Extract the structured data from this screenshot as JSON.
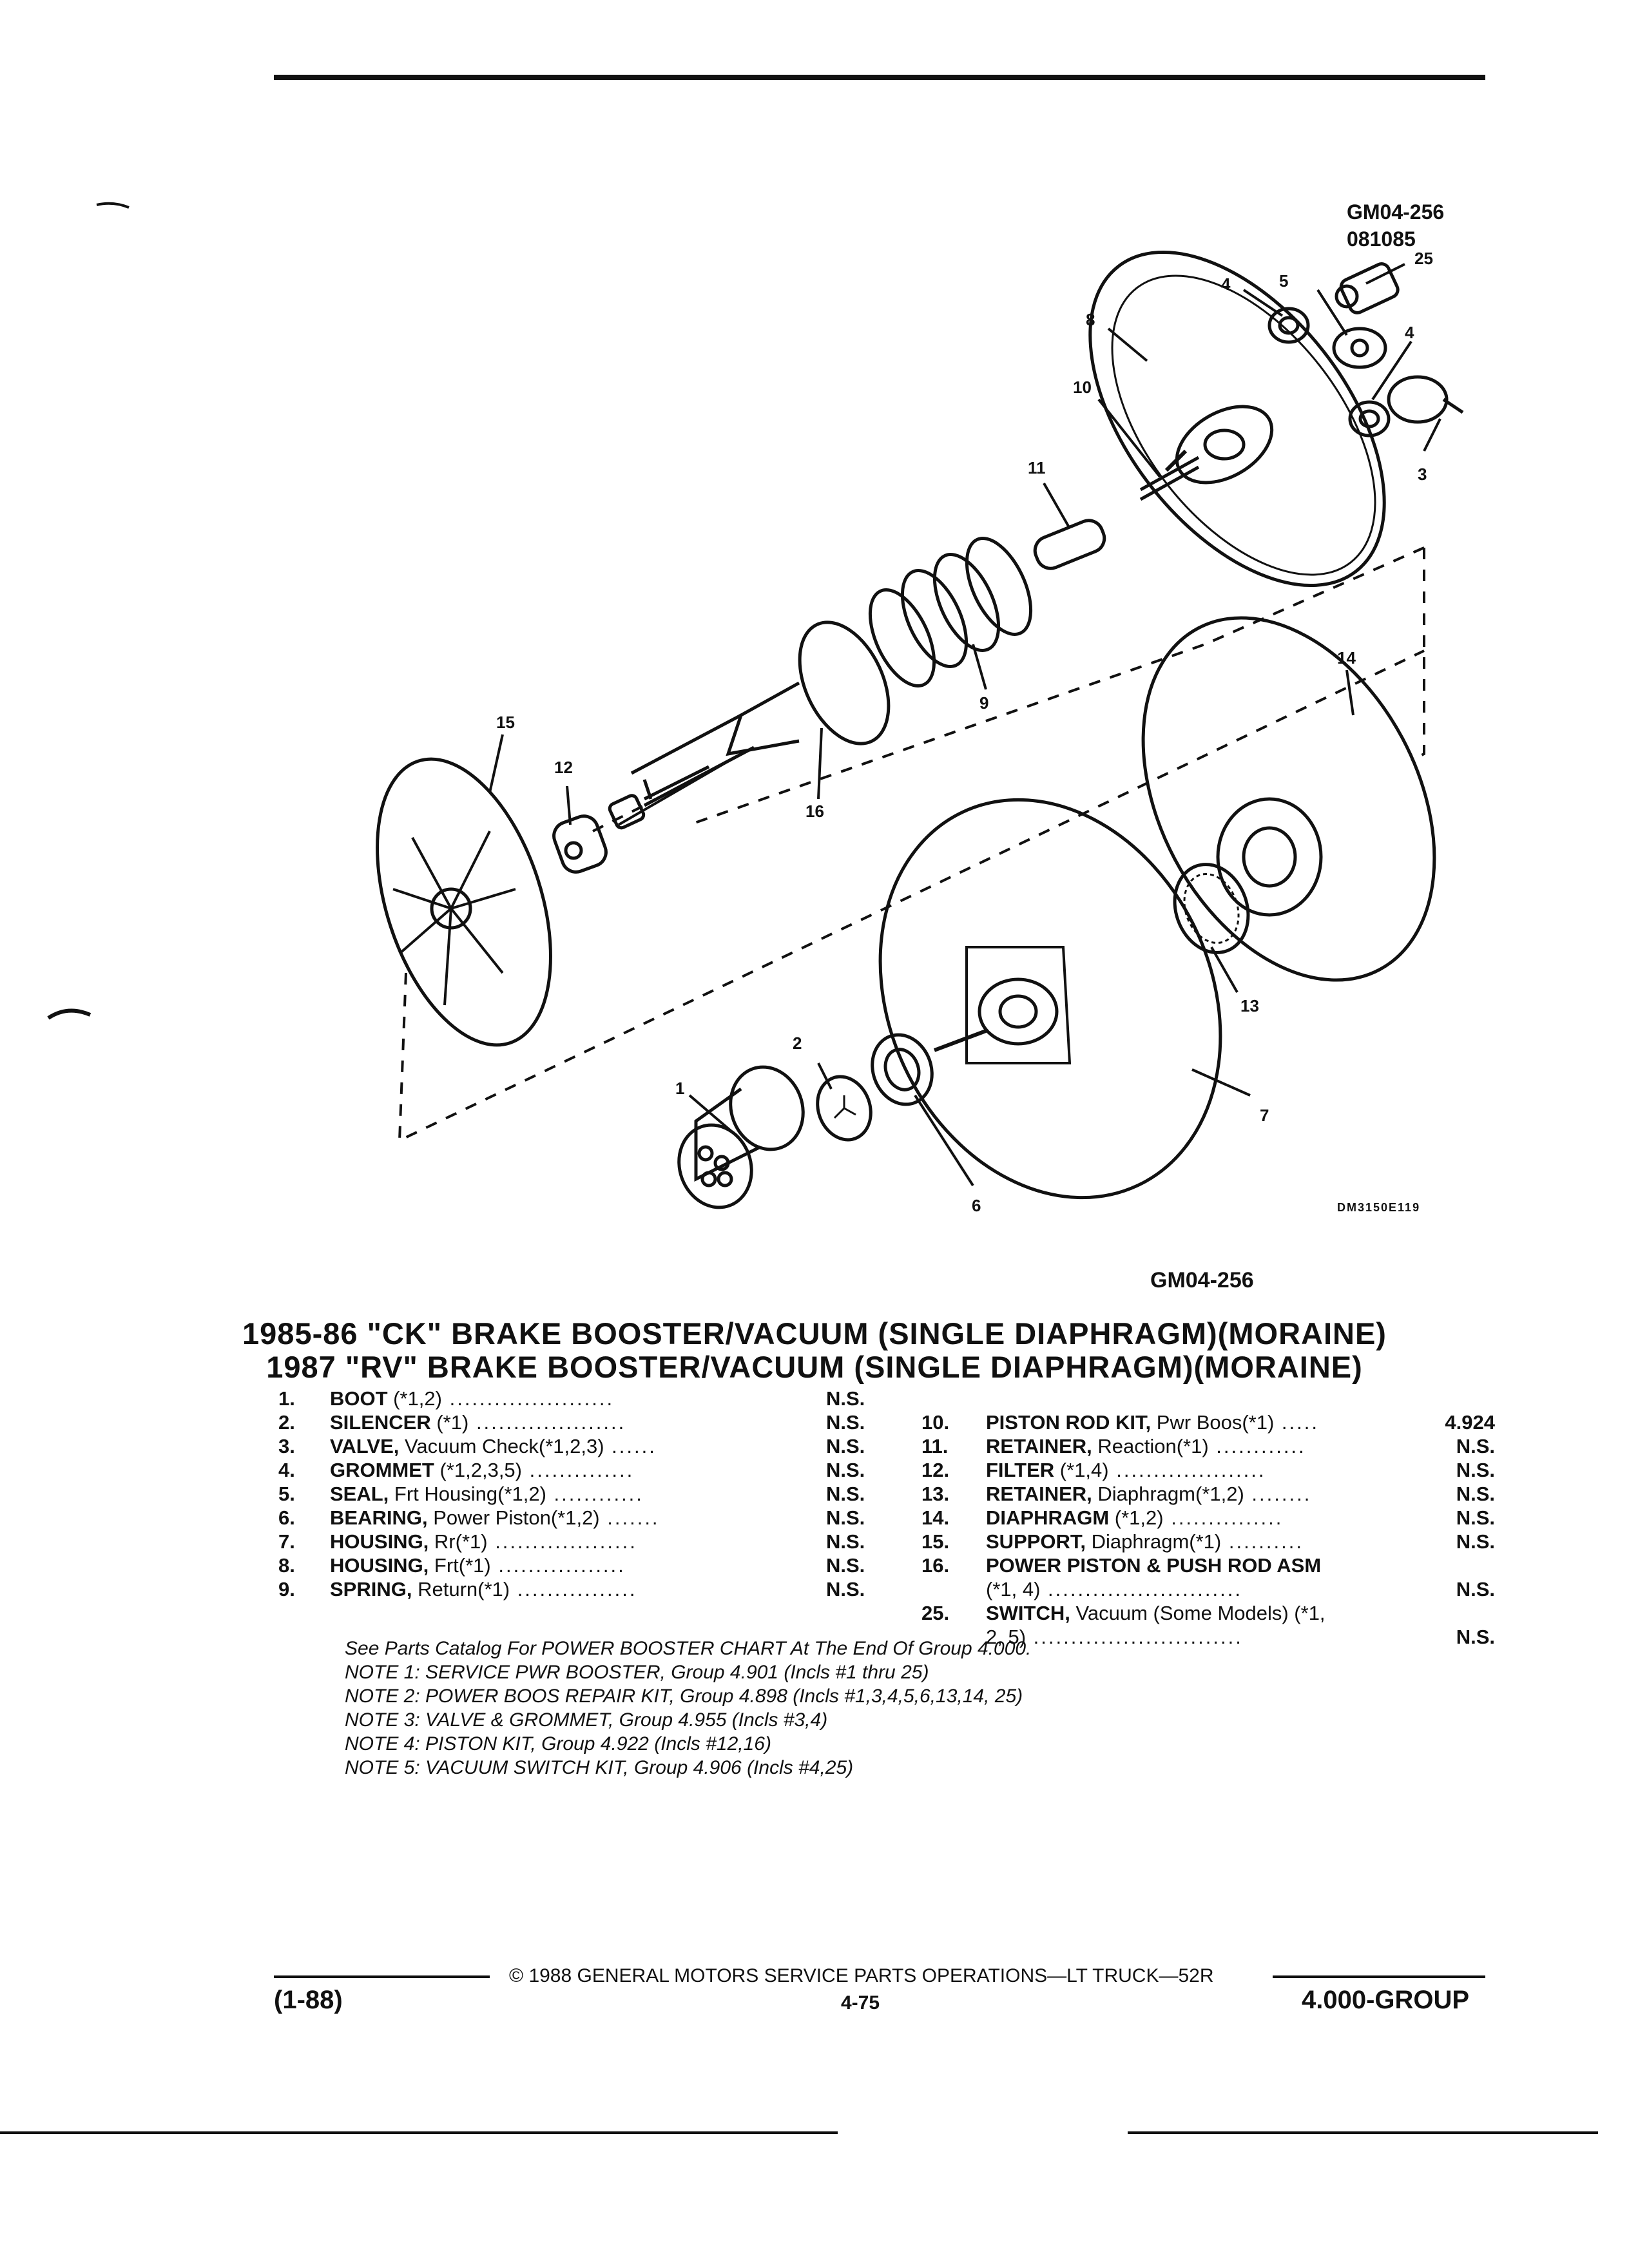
{
  "diagram": {
    "code_top": "GM04-256",
    "date_code": "081085",
    "film_code": "DM3150E119",
    "code_bottom": "GM04-256",
    "callouts": [
      "1",
      "2",
      "3",
      "4",
      "4",
      "5",
      "6",
      "7",
      "8",
      "9",
      "10",
      "11",
      "12",
      "13",
      "14",
      "15",
      "16",
      "25"
    ]
  },
  "titles": {
    "line1": "1985-86 \"CK\" BRAKE BOOSTER/VACUUM (SINGLE DIAPHRAGM)(MORAINE)",
    "line2": "1987 \"RV\" BRAKE BOOSTER/VACUUM (SINGLE DIAPHRAGM)(MORAINE)"
  },
  "parts_left": [
    {
      "num": "1.",
      "name": "BOOT",
      "detail": " (*1,2)",
      "dots": " ......................",
      "value": "N.S."
    },
    {
      "num": "2.",
      "name": "SILENCER",
      "detail": " (*1)",
      "dots": " ....................",
      "value": "N.S."
    },
    {
      "num": "3.",
      "name": "VALVE,",
      "detail": " Vacuum Check(*1,2,3)",
      "dots": " ......",
      "value": "N.S."
    },
    {
      "num": "4.",
      "name": "GROMMET",
      "detail": " (*1,2,3,5)",
      "dots": " ..............",
      "value": "N.S."
    },
    {
      "num": "5.",
      "name": "SEAL,",
      "detail": " Frt Housing(*1,2)",
      "dots": " ............",
      "value": "N.S."
    },
    {
      "num": "6.",
      "name": "BEARING,",
      "detail": " Power Piston(*1,2)",
      "dots": " .......",
      "value": "N.S."
    },
    {
      "num": "7.",
      "name": "HOUSING,",
      "detail": " Rr(*1)",
      "dots": " ...................",
      "value": "N.S."
    },
    {
      "num": "8.",
      "name": "HOUSING,",
      "detail": " Frt(*1)",
      "dots": " .................",
      "value": "N.S."
    },
    {
      "num": "9.",
      "name": "SPRING,",
      "detail": " Return(*1)",
      "dots": " ................",
      "value": "N.S."
    }
  ],
  "parts_right": [
    {
      "num": "10.",
      "name": "PISTON ROD KIT,",
      "detail": " Pwr Boos(*1)",
      "dots": " .....",
      "value": "4.924"
    },
    {
      "num": "11.",
      "name": "RETAINER,",
      "detail": " Reaction(*1)",
      "dots": " ............",
      "value": "N.S."
    },
    {
      "num": "12.",
      "name": "FILTER",
      "detail": " (*1,4)",
      "dots": " ....................",
      "value": "N.S."
    },
    {
      "num": "13.",
      "name": "RETAINER,",
      "detail": " Diaphragm(*1,2)",
      "dots": " ........",
      "value": "N.S."
    },
    {
      "num": "14.",
      "name": "DIAPHRAGM",
      "detail": " (*1,2)",
      "dots": " ...............",
      "value": "N.S."
    },
    {
      "num": "15.",
      "name": "SUPPORT,",
      "detail": " Diaphragm(*1)",
      "dots": " ..........",
      "value": "N.S."
    },
    {
      "num": "16.",
      "name": "POWER PISTON & PUSH ROD ASM",
      "detail": "",
      "dots": "",
      "value": ""
    },
    {
      "num": "",
      "name": "",
      "detail": "(*1, 4)",
      "dots": " ..........................",
      "value": "N.S."
    },
    {
      "num": "25.",
      "name": "SWITCH,",
      "detail": " Vacuum (Some Models) (*1,",
      "dots": "",
      "value": ""
    },
    {
      "num": "",
      "name": "",
      "detail": "2, 5)",
      "dots": " ............................",
      "value": "N.S."
    }
  ],
  "notes": [
    "See Parts Catalog For POWER BOOSTER CHART At The End Of Group 4.000.",
    "NOTE 1: SERVICE PWR BOOSTER, Group 4.901 (Incls #1 thru 25)",
    "NOTE 2: POWER BOOS REPAIR KIT, Group 4.898 (Incls #1,3,4,5,6,13,14, 25)",
    "NOTE 3: VALVE & GROMMET, Group 4.955 (Incls #3,4)",
    "NOTE 4: PISTON KIT, Group 4.922 (Incls #12,16)",
    "NOTE 5: VACUUM SWITCH KIT, Group 4.906 (Incls #4,25)"
  ],
  "footer": {
    "copyright": "© 1988 GENERAL MOTORS SERVICE PARTS OPERATIONS—LT TRUCK—52R",
    "date": "(1-88)",
    "page": "4-75",
    "group": "4.000-GROUP"
  }
}
